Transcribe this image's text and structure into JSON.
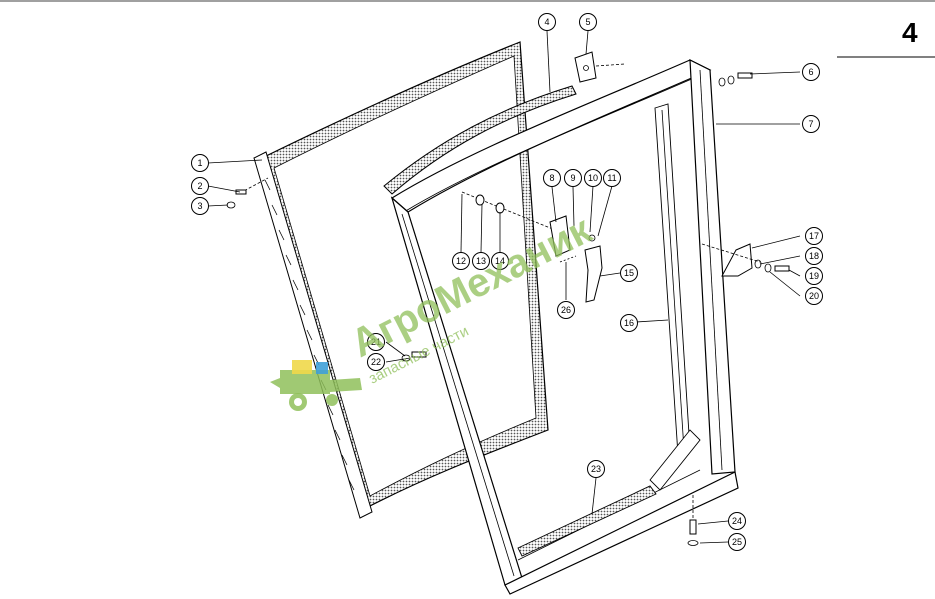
{
  "page_number": "4",
  "watermark": {
    "brand": "АгроМеханик",
    "subtitle": "запасные части"
  },
  "callouts": [
    {
      "label": "1"
    },
    {
      "label": "2"
    },
    {
      "label": "3"
    },
    {
      "label": "4"
    },
    {
      "label": "5"
    },
    {
      "label": "6"
    },
    {
      "label": "7"
    },
    {
      "label": "8"
    },
    {
      "label": "9"
    },
    {
      "label": "10"
    },
    {
      "label": "11"
    },
    {
      "label": "12"
    },
    {
      "label": "13"
    },
    {
      "label": "14"
    },
    {
      "label": "15"
    },
    {
      "label": "16"
    },
    {
      "label": "17"
    },
    {
      "label": "18"
    },
    {
      "label": "19"
    },
    {
      "label": "20"
    },
    {
      "label": "21"
    },
    {
      "label": "22"
    },
    {
      "label": "23"
    },
    {
      "label": "24"
    },
    {
      "label": "25"
    },
    {
      "label": "26"
    }
  ],
  "colors": {
    "line": "#000000",
    "glass_texture": "#6e6e6e",
    "watermark": "#8fbf5a",
    "logo_blue": "#3fa0d8",
    "logo_yellow": "#f0d84a"
  }
}
